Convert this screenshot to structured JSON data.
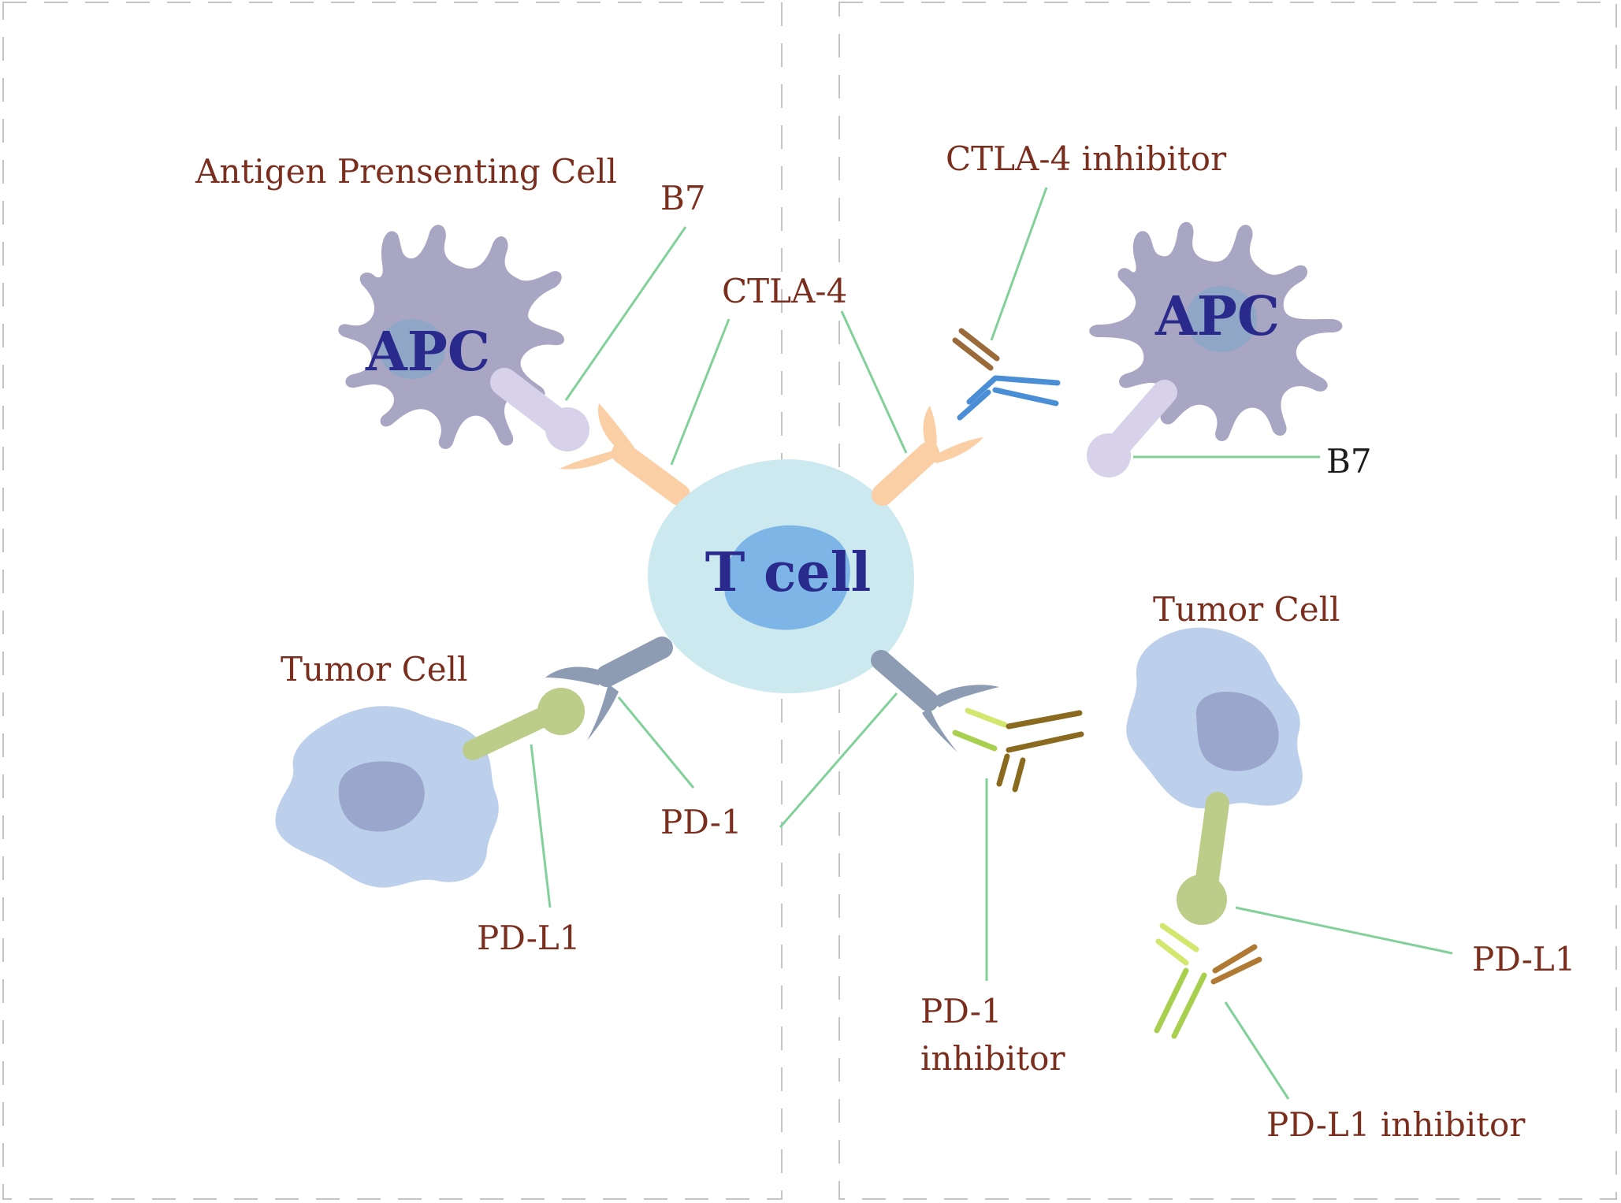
{
  "colors": {
    "label": "#7a2e1e",
    "apc": "#a9a6c4",
    "t_cell": "#cde9f0",
    "tumor": "#bcd0ec",
    "b7": "#d8d1ea",
    "ctla4": "#fbcfa5",
    "pd1": "#8d9cb3",
    "pdl1": "#bccd8a",
    "leader": "#82d09a"
  },
  "labels": {
    "antigen_presenting_cell": "Antigen Prensenting Cell",
    "b7_left": "B7",
    "ctla4": "CTLA-4",
    "ctla4_inhibitor": "CTLA-4 inhibitor",
    "b7_right": "B7",
    "tumor_cell_left": "Tumor Cell",
    "tumor_cell_right": "Tumor Cell",
    "pd1": "PD-1",
    "pdl1_left": "PD-L1",
    "pd1_inhibitor_line1": "PD-1",
    "pd1_inhibitor_line2": "inhibitor",
    "pdl1_right": "PD-L1",
    "pdl1_inhibitor": "PD-L1 inhibitor"
  },
  "cells": {
    "apc_left": "APC",
    "apc_right": "APC",
    "t_cell": "T cell"
  }
}
